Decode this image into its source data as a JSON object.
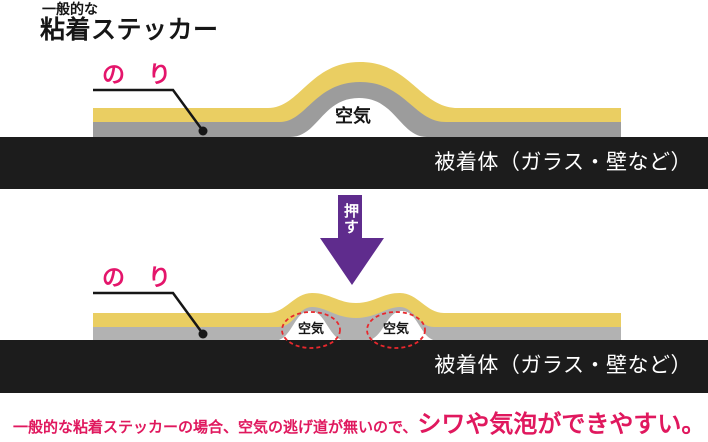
{
  "colors": {
    "yellow": "#EACE62",
    "gray1": "#9C9C9C",
    "gray2": "#B2B2B2",
    "bar": "#1C1C1C",
    "pink": "#E4156B",
    "caption": "#E0185E",
    "purple": "#5F2C8D",
    "red_dash": "#E8282D",
    "line": "#161616"
  },
  "header": {
    "line1": "一般的な",
    "line2": "粘着ステッカー"
  },
  "diagram_top": {
    "glue_label": "の　り",
    "air_label": "空気",
    "substrate_label": "被着体（ガラス・壁など）"
  },
  "arrow": {
    "label": "押す"
  },
  "diagram_bottom": {
    "glue_label": "の　り",
    "air_label_left": "空気",
    "air_label_right": "空気",
    "substrate_label": "被着体（ガラス・壁など）"
  },
  "caption": {
    "normal": "一般的な粘着ステッカーの場合、空気の逃げ道が無いので、",
    "emphasis": "シワや気泡ができやすい。"
  }
}
